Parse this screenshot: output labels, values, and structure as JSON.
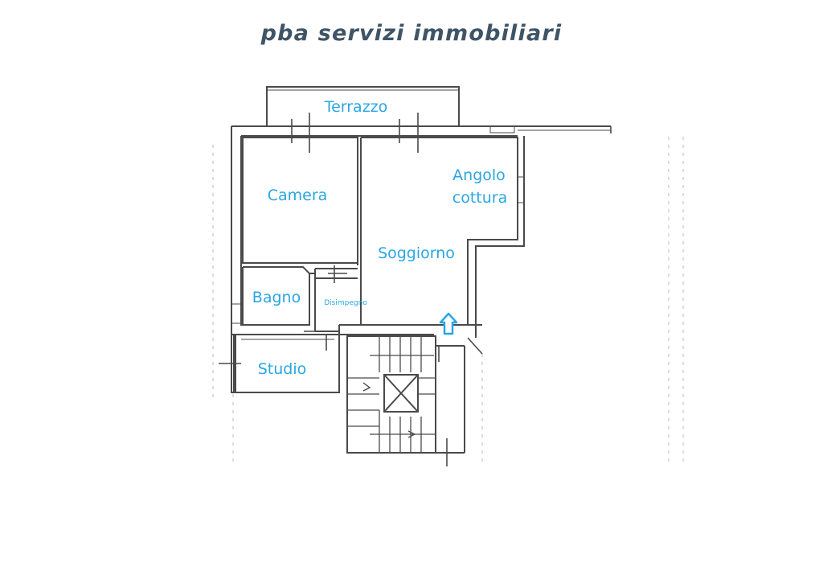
{
  "brand": {
    "text": "pba servizi immobiliari",
    "color": "#3f5466"
  },
  "plan": {
    "wall_color": "#4a4a4a",
    "label_color": "#2aa6e3",
    "rooms": {
      "terrazzo": "Terrazzo",
      "camera": "Camera",
      "angolo": "Angolo",
      "cottura": "cottura",
      "soggiorno": "Soggiorno",
      "bagno": "Bagno",
      "disimpegno": "Disimpegno",
      "studio": "Studio"
    },
    "entrance_icon": "entrance-arrow-icon"
  }
}
